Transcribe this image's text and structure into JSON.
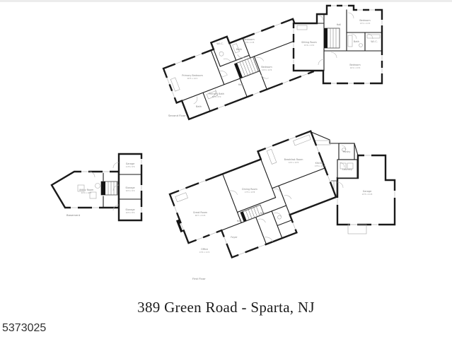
{
  "window": {
    "title": "389 Green Road - Sparta, NJ",
    "mls_number": "5373025"
  },
  "colors": {
    "background": "#ffffff",
    "walls": "#1a1a1a",
    "labels": "#828282",
    "top_strip": "#ececec"
  },
  "floors": {
    "second": {
      "caption": "Second Floor",
      "rooms": {
        "primary_bedroom": {
          "name": "Primary Bedroom",
          "dims": "20'5 x 14'1"
        },
        "wic_a": {
          "name": "W.I.C."
        },
        "bath_a": {
          "name": "Bath"
        },
        "bedroom_a": {
          "name": "Bedroom",
          "dims": "14'6 x 11'8"
        },
        "hall": {
          "name": "Hall"
        },
        "primary_bath": {
          "name": "Primary Bath",
          "dims": "11'2 x 8'0"
        },
        "bath_b": {
          "name": "Bath"
        },
        "bedroom_b": {
          "name": "Bedroom",
          "dims": "14'9 x 12'6"
        },
        "sitting_room": {
          "name": "Sitting Room",
          "dims": "15'6 x 13'2"
        },
        "hall_b": {
          "name": "Hall"
        },
        "bedroom_c": {
          "name": "Bedroom",
          "dims": "13'1 x 11'0"
        },
        "bath_c": {
          "name": "Bath"
        },
        "wic_b": {
          "name": "W.I.C."
        },
        "bedroom_d": {
          "name": "Bedroom",
          "dims": "16'2 x 13'4"
        }
      }
    },
    "first": {
      "caption": "First Floor",
      "rooms": {
        "great_room": {
          "name": "Great Room",
          "dims": "26'7 x 21'6"
        },
        "dining_room": {
          "name": "Dining Room",
          "dims": "17'5 x 13'8"
        },
        "breakfast_room": {
          "name": "Breakfast Room",
          "dims": "14'2 x 12'0"
        },
        "kitchen": {
          "name": "Kitchen",
          "dims": "13'6 x 12'4"
        },
        "laundry": {
          "name": "Laundry"
        },
        "pantry": {
          "name": "Pantry"
        },
        "hall": {
          "name": "Hall"
        },
        "foyer": {
          "name": "Foyer"
        },
        "bath": {
          "name": "Bath"
        },
        "office": {
          "name": "Office",
          "dims": "13'4 x 11'2"
        },
        "garage": {
          "name": "Garage",
          "dims": "23'5 x 21'8"
        }
      }
    },
    "basement": {
      "caption": "Basement",
      "rooms": {
        "utility": {
          "name": "Utility Room",
          "dims": "24'0 x 16'5"
        },
        "garage": {
          "name": "Garage",
          "dims": "11'8 x 9'6"
        },
        "storage_a": {
          "name": "Storage",
          "dims": "10'2 x 9'0"
        },
        "storage_b": {
          "name": "Storage",
          "dims": "10'0 x 8'4"
        }
      }
    }
  }
}
